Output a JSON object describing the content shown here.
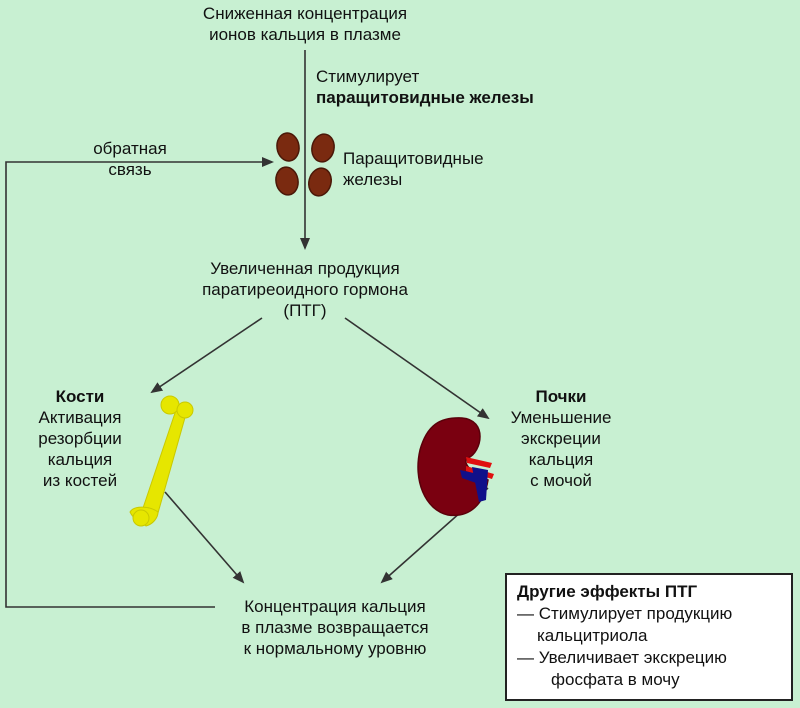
{
  "top": {
    "line1": "Сниженная концентрация",
    "line2": "ионов кальция в плазме"
  },
  "stimulates": {
    "line1": "Стимулирует",
    "line2": "паращитовидные железы"
  },
  "feedback": {
    "line1": "обратная",
    "line2": "связь"
  },
  "glands_label": {
    "line1": "Паращитовидные",
    "line2": "железы"
  },
  "pth": {
    "line1": "Увеличенная продукция",
    "line2": "паратиреоидного гормона",
    "line3": "(ПТГ)"
  },
  "bones": {
    "title": "Кости",
    "line1": "Активация",
    "line2": "резорбции",
    "line3": "кальция",
    "line4": "из костей"
  },
  "kidneys": {
    "title": "Почки",
    "line1": "Уменьшение",
    "line2": "экскреции",
    "line3": "кальция",
    "line4": "с мочой"
  },
  "result": {
    "line1": "Концентрация кальция",
    "line2": "в плазме возвращается",
    "line3": "к нормальному уровню"
  },
  "other_effects": {
    "title": "Другие эффекты ПТГ",
    "line1": "— Стимулирует продукцию",
    "line2": "кальцитриола",
    "line3": "— Увеличивает экскрецию",
    "line4": "фосфата в мочу"
  },
  "colors": {
    "background": "#c8f0d2",
    "gland": "#7a2a10",
    "bone": "#e6e600",
    "kidney": "#7a0010",
    "artery": "#e01010",
    "vein": "#10108a"
  }
}
